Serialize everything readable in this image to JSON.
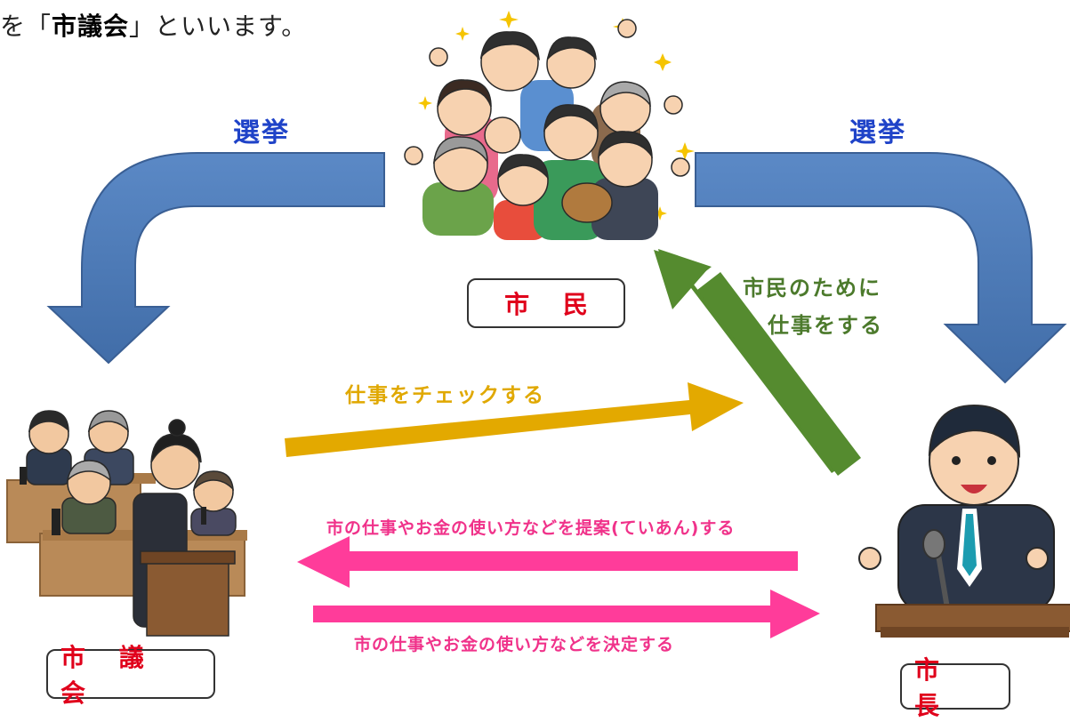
{
  "header": {
    "prefix": "を「",
    "highlight": "市議会",
    "suffix": "」といいます。"
  },
  "election_left": "選挙",
  "election_right": "選挙",
  "citizens_label": "市 民",
  "council_label": "市 議 会",
  "mayor_label": "市 長",
  "green_arrow_text": [
    "市民のために",
    "仕事をする"
  ],
  "yellow_arrow_text": "仕事をチェックする",
  "pink_top_text": "市の仕事やお金の使い方などを提案(ていあん)する",
  "pink_bottom_text": "市の仕事やお金の使い方などを決定する",
  "colors": {
    "blue_arrow": "#4a78b8",
    "green_arrow": "#558b2f",
    "yellow_arrow": "#e3a900",
    "pink_arrow": "#ff3c9a",
    "label_red": "#e0001b"
  }
}
